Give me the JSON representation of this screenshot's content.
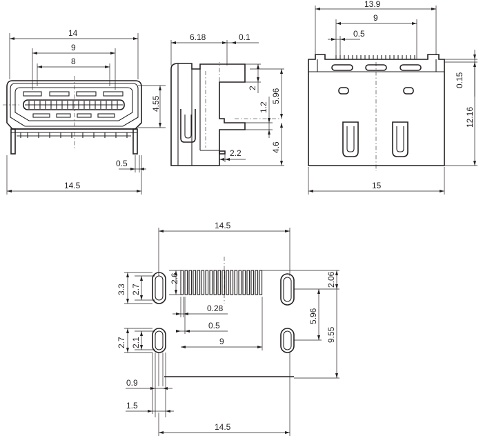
{
  "dimensions": {
    "front_width_top": "14",
    "front_width_mid": "9",
    "front_width_inner": "8",
    "front_height": "4.55",
    "front_pin": "0.5",
    "front_width_bottom": "14.5",
    "side_depth": "6.18",
    "side_offset": "0.1",
    "side_gap": "2",
    "side_pin_height": "1.2",
    "side_height": "5.96",
    "side_tail": "2.2",
    "side_leg": "4.6",
    "top_width_overall": "13.9",
    "top_width_contacts": "9",
    "top_pitch": "0.5",
    "top_offset": "0.15",
    "top_height": "12.16",
    "top_width_body": "15",
    "pcb_width_top": "14.5",
    "pcb_slot_outer": "3.3",
    "pcb_slot_inner": "2.7",
    "pcb_pad_length": "2.6",
    "pcb_pad_width": "0.28",
    "pcb_pitch": "0.5",
    "pcb_pad_span": "9",
    "pcb_right_top": "2.06",
    "pcb_slot_spacing": "5.96",
    "pcb_edge_distance": "9.55",
    "pcb_lower_slot_outer": "2.7",
    "pcb_lower_slot_inner": "2.1",
    "pcb_slot_width_inner": "0.9",
    "pcb_slot_width_outer": "1.5",
    "pcb_width_bottom": "14.5"
  }
}
